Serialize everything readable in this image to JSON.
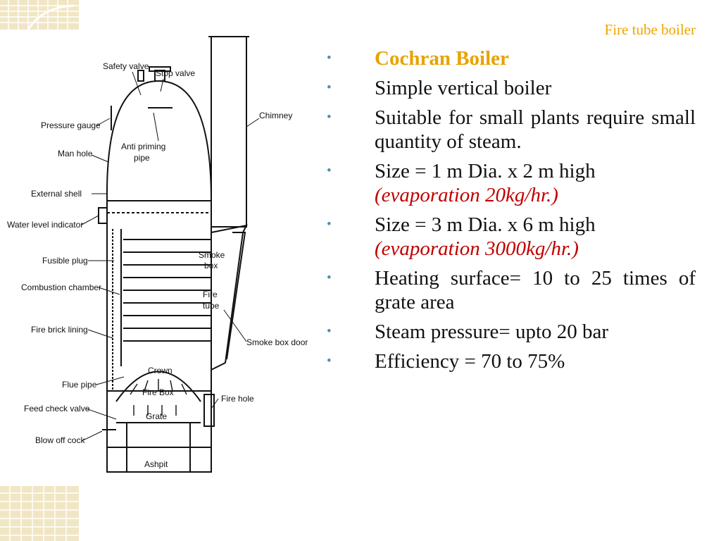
{
  "slide": {
    "title": "Fire tube boiler"
  },
  "bullets": [
    {
      "text": "Cochran Boiler",
      "note": null,
      "highlight": true
    },
    {
      "text": "Simple vertical boiler",
      "note": null,
      "highlight": false
    },
    {
      "text": "Suitable for small plants require small quantity of steam.",
      "note": null,
      "highlight": false
    },
    {
      "text": "Size = 1 m Dia. x 2 m high",
      "note": "(evaporation 20kg/hr.)",
      "highlight": false
    },
    {
      "text": "Size = 3 m Dia. x 6 m high",
      "note": "(evaporation 3000kg/hr.)",
      "highlight": false
    },
    {
      "text": "Heating surface= 10 to 25 times of grate area",
      "note": null,
      "highlight": false
    },
    {
      "text": "Steam pressure= upto 20 bar",
      "note": null,
      "highlight": false
    },
    {
      "text": "Efficiency = 70 to 75%",
      "note": null,
      "highlight": false
    }
  ],
  "diagram": {
    "labels": {
      "safety_valve": "Safety valve",
      "stop_valve": "Stop valve",
      "chimney": "Chimney",
      "pressure_gauge": "Pressure gauge",
      "man_hole": "Man hole",
      "anti_priming_1": "Anti priming",
      "anti_priming_2": "pipe",
      "external_shell": "External shell",
      "water_level_indicator": "Water level indicator",
      "fusible_plug": "Fusible plug",
      "smoke_box_1": "Smoke",
      "smoke_box_2": "box",
      "combustion_chamber": "Combustion chamber",
      "fire_tube_1": "Fire",
      "fire_tube_2": "tube",
      "fire_brick_lining": "Fire brick lining",
      "smoke_box_door": "Smoke box door",
      "crown": "Crown",
      "flue_pipe": "Flue pipe",
      "fire_box": "Fire Box",
      "fire_hole": "Fire hole",
      "feed_check_valve": "Feed check valve",
      "grate": "Grate",
      "blow_off_cock": "Blow off cock",
      "ashpit": "Ashpit"
    }
  },
  "colors": {
    "title": "#f0a500",
    "highlight": "#e8a200",
    "note": "#c00000",
    "bullet_dot": "#4a8fb0"
  }
}
